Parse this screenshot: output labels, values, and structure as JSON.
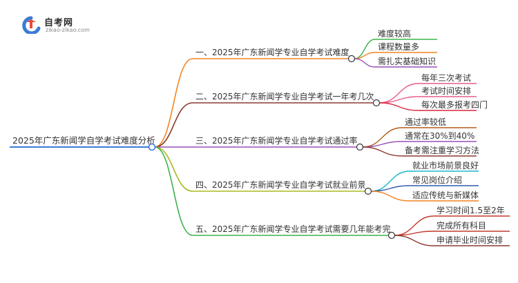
{
  "logo": {
    "title": "自考网",
    "url": "zikao-zikao.com"
  },
  "root": {
    "label": "2025年广东新闻学自学考试难度分析",
    "color": "#3a7bd5"
  },
  "branches": [
    {
      "label": "一、2025年广东新闻学专业自学考试难度",
      "color": "#f2841f",
      "children": [
        {
          "label": "难度较高",
          "color": "#3bb34a"
        },
        {
          "label": "课程数量多",
          "color": "#f2841f"
        },
        {
          "label": "需扎实基础知识",
          "color": "#9a4fb5"
        }
      ]
    },
    {
      "label": "二、2025年广东新闻学专业自学考试一年考几次",
      "color": "#8b3a2e",
      "children": [
        {
          "label": "每年三次考试",
          "color": "#e95a8c"
        },
        {
          "label": "考试时间安排",
          "color": "#e95a8c"
        },
        {
          "label": "每次最多报考四门",
          "color": "#d7263d"
        }
      ]
    },
    {
      "label": "三、2025年广东新闻学专业自学考试通过率",
      "color": "#9a4fb5",
      "children": [
        {
          "label": "通过率较低",
          "color": "#b35c1e"
        },
        {
          "label": "通常在30%到40%",
          "color": "#9a4fb5"
        },
        {
          "label": "备考需注重学习方法",
          "color": "#8b3a2e"
        }
      ]
    },
    {
      "label": "四、2025年广东新闻学专业自学考试就业前景",
      "color": "#a8b820",
      "children": [
        {
          "label": "就业市场前景良好",
          "color": "#19b8c9"
        },
        {
          "label": "常见岗位介绍",
          "color": "#2f5aa8"
        },
        {
          "label": "适应传统与新媒体",
          "color": "#f2841f"
        }
      ]
    },
    {
      "label": "五、2025年广东新闻学专业自学考试需要几年能考完",
      "color": "#3bb34a",
      "children": [
        {
          "label": "学习时间1.5至2年",
          "color": "#c0392b"
        },
        {
          "label": "完成所有科目",
          "color": "#c0392b"
        },
        {
          "label": "申请毕业时间安排",
          "color": "#8b3a2e"
        }
      ]
    }
  ]
}
